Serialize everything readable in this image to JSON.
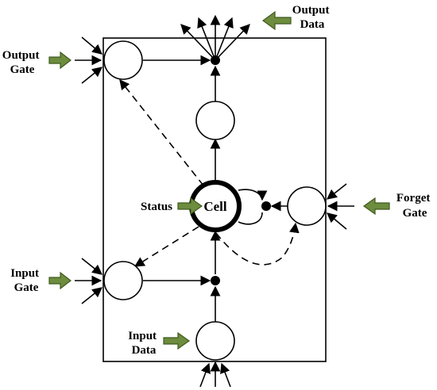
{
  "labels": {
    "output_gate": [
      "Output",
      "Gate"
    ],
    "output_data": [
      "Output",
      "Data"
    ],
    "forget_gate": [
      "Forget",
      "Gate"
    ],
    "input_gate": [
      "Input",
      "Gate"
    ],
    "input_data": [
      "Input",
      "Data"
    ],
    "status": "Status",
    "cell": "Cell"
  },
  "colors": {
    "arrow_fill": "#6e8c3e",
    "arrow_stroke": "#3f5a1e",
    "line": "#000000",
    "background": "#ffffff"
  }
}
